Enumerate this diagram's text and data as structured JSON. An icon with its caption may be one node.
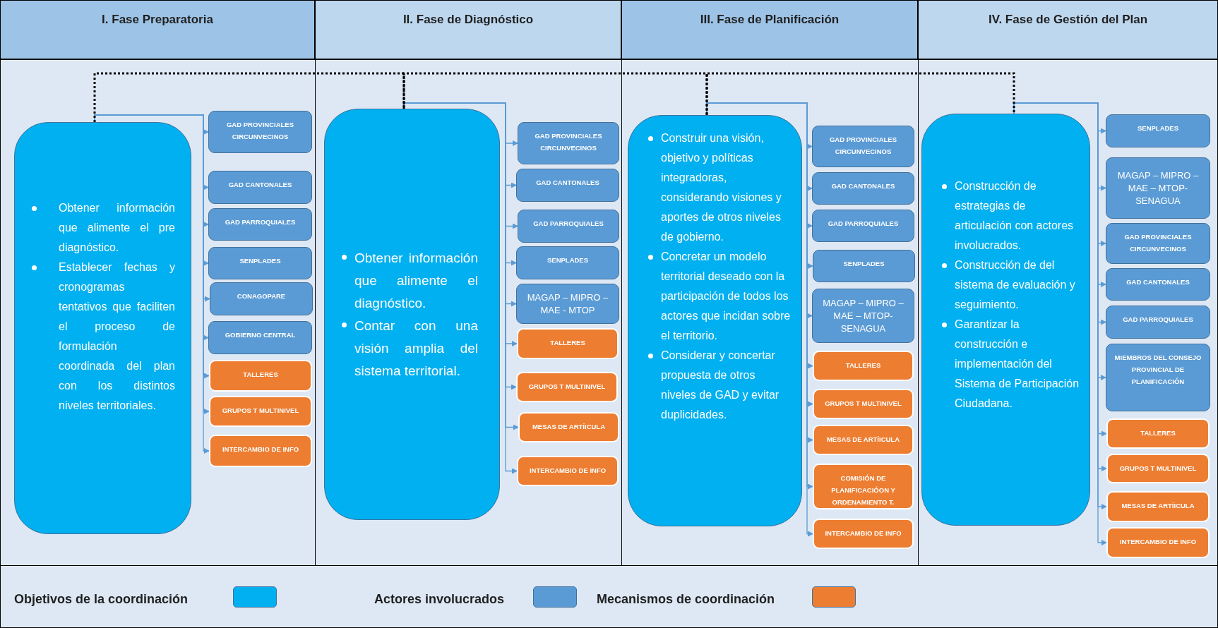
{
  "diagram": {
    "nodes": [
      {
        "text": [
          "I. Fase Preparatoria"
        ]
      },
      {
        "text": [
          "II. Fase de Diagnóstico"
        ]
      },
      {
        "text": [
          "III. Fase de Planificación"
        ]
      },
      {
        "text": [
          "IV. Fase de Gestión del Plan"
        ]
      },
      {
        "text": [
          "Obtener información que alimente el pre diagnóstico.",
          "Establecer fechas y cronogramas tentativos que faciliten el proceso de formulación coordinada del plan con los distintos niveles territoriales."
        ]
      },
      {
        "text": [
          "GAD PROVINCIALES CIRCUNVECINOS"
        ]
      },
      {
        "text": [
          "GAD CANTONALES"
        ]
      },
      {
        "text": [
          "GAD PARROQUIALES"
        ]
      },
      {
        "text": [
          "SENPLADES"
        ]
      },
      {
        "text": [
          "CONAGOPARE"
        ]
      },
      {
        "text": [
          "GOBIERNO CENTRAL"
        ]
      },
      {
        "text": [
          "TALLERES"
        ]
      },
      {
        "text": [
          "GRUPOS T MULTINIVEL"
        ]
      },
      {
        "text": [
          "INTERCAMBIO DE INFO"
        ]
      },
      {
        "text": [
          "Obtener información que alimente el diagnóstico.",
          "Contar con una visión amplia del sistema territorial."
        ]
      },
      {
        "text": [
          "GAD PROVINCIALES CIRCUNVECINOS"
        ]
      },
      {
        "text": [
          "GAD CANTONALES"
        ]
      },
      {
        "text": [
          "GAD PARROQUIALES"
        ]
      },
      {
        "text": [
          "SENPLADES"
        ]
      },
      {
        "text": [
          "MAGAP – MIPRO – MAE - MTOP"
        ]
      },
      {
        "text": [
          "TALLERES"
        ]
      },
      {
        "text": [
          "GRUPOS T MULTINIVEL"
        ]
      },
      {
        "text": [
          "MESAS DE ARTÍICULA"
        ]
      },
      {
        "text": [
          "INTERCAMBIO DE INFO"
        ]
      },
      {
        "text": [
          "Construir una visión, objetivo y políticas integradoras, considerando visiones y aportes de otros niveles de gobierno.",
          "Concretar un modelo territorial deseado con la participación de todos los actores que incidan sobre el territorio.",
          "Considerar y concertar propuesta de otros niveles de GAD y evitar duplicidades."
        ]
      },
      {
        "text": [
          "GAD PROVINCIALES CIRCUNVECINOS"
        ]
      },
      {
        "text": [
          "GAD CANTONALES"
        ]
      },
      {
        "text": [
          "GAD PARROQUIALES"
        ]
      },
      {
        "text": [
          "SENPLADES"
        ]
      },
      {
        "text": [
          "MAGAP – MIPRO – MAE – MTOP- SENAGUA"
        ]
      },
      {
        "text": [
          "TALLERES"
        ]
      },
      {
        "text": [
          "GRUPOS T MULTINIVEL"
        ]
      },
      {
        "text": [
          "MESAS DE ARTÍICULA"
        ]
      },
      {
        "text": [
          "COMISIÓN DE PLANIFICACIÓON Y ORDENAMIENTO T."
        ]
      },
      {
        "text": [
          "INTERCAMBIO DE INFO"
        ]
      },
      {
        "text": [
          "Construcción de estrategias de articulación con actores involucrados.",
          "Construcción de del sistema de evaluación y seguimiento.",
          "Garantizar la construcción e implementación del Sistema de Participación Ciudadana."
        ]
      },
      {
        "text": [
          "SENPLADES"
        ]
      },
      {
        "text": [
          "MAGAP – MIPRO – MAE – MTOP- SENAGUA"
        ]
      },
      {
        "text": [
          "GAD PROVINCIALES CIRCUNVECINOS"
        ]
      },
      {
        "text": [
          "GAD CANTONALES"
        ]
      },
      {
        "text": [
          "GAD PARROQUIALES"
        ]
      },
      {
        "text": [
          "MIEMBROS DEL CONSEJO PROVINCIAL DE PLANIFICACIÓN"
        ]
      },
      {
        "text": [
          "TALLERES"
        ]
      },
      {
        "text": [
          "GRUPOS T MULTINIVEL"
        ]
      },
      {
        "text": [
          "MESAS DE ARTÍICULA"
        ]
      },
      {
        "text": [
          "INTERCAMBIO DE INFO"
        ]
      }
    ],
    "edges": [
      {
        "from": 4,
        "to": 5,
        "arrow": "to"
      },
      {
        "from": 4,
        "to": 6,
        "arrow": "to"
      },
      {
        "from": 4,
        "to": 7,
        "arrow": "to"
      },
      {
        "from": 4,
        "to": 8,
        "arrow": "to"
      },
      {
        "from": 4,
        "to": 9,
        "arrow": "to"
      },
      {
        "from": 4,
        "to": 10,
        "arrow": "to"
      },
      {
        "from": 4,
        "to": 11,
        "arrow": "to"
      },
      {
        "from": 4,
        "to": 12,
        "arrow": "to"
      },
      {
        "from": 4,
        "to": 13,
        "arrow": "to"
      },
      {
        "from": 14,
        "to": 15,
        "arrow": "to"
      },
      {
        "from": 14,
        "to": 16,
        "arrow": "to"
      },
      {
        "from": 14,
        "to": 17,
        "arrow": "to"
      },
      {
        "from": 14,
        "to": 18,
        "arrow": "to"
      },
      {
        "from": 14,
        "to": 19,
        "arrow": "to"
      },
      {
        "from": 14,
        "to": 20,
        "arrow": "to"
      },
      {
        "from": 14,
        "to": 21,
        "arrow": "to"
      },
      {
        "from": 14,
        "to": 22,
        "arrow": "to"
      },
      {
        "from": 14,
        "to": 23,
        "arrow": "to"
      },
      {
        "from": 24,
        "to": 25,
        "arrow": "to"
      },
      {
        "from": 24,
        "to": 26,
        "arrow": "to"
      },
      {
        "from": 24,
        "to": 27,
        "arrow": "to"
      },
      {
        "from": 24,
        "to": 28,
        "arrow": "to"
      },
      {
        "from": 24,
        "to": 29,
        "arrow": "to"
      },
      {
        "from": 24,
        "to": 30,
        "arrow": "to"
      },
      {
        "from": 24,
        "to": 31,
        "arrow": "to"
      },
      {
        "from": 24,
        "to": 32,
        "arrow": "to"
      },
      {
        "from": 24,
        "to": 33,
        "arrow": "to"
      },
      {
        "from": 24,
        "to": 34,
        "arrow": "to"
      },
      {
        "from": 35,
        "to": 36,
        "arrow": "to"
      },
      {
        "from": 35,
        "to": 37,
        "arrow": "to"
      },
      {
        "from": 35,
        "to": 38,
        "arrow": "to"
      },
      {
        "from": 35,
        "to": 39,
        "arrow": "to"
      },
      {
        "from": 35,
        "to": 40,
        "arrow": "to"
      },
      {
        "from": 35,
        "to": 41,
        "arrow": "to"
      },
      {
        "from": 35,
        "to": 42,
        "arrow": "to"
      },
      {
        "from": 35,
        "to": 43,
        "arrow": "to"
      },
      {
        "from": 35,
        "to": 44,
        "arrow": "to"
      },
      {
        "from": 35,
        "to": 45,
        "arrow": "to"
      },
      {
        "from": 4,
        "to": 14,
        "arrow": "none",
        "style": "dashed",
        "color": "#000000"
      },
      {
        "from": 14,
        "to": 24,
        "arrow": "none",
        "style": "dashed",
        "color": "#000000"
      },
      {
        "from": 24,
        "to": 35,
        "arrow": "none",
        "style": "dashed",
        "color": "#000000"
      }
    ],
    "legend": [
      {
        "text": "Objetivos de la coordinación",
        "color": "#00b0f0"
      },
      {
        "text": "Actores involucrados",
        "color": "#5b9bd5"
      },
      {
        "text": "Mecanismos de coordinación",
        "color": "#ed7d31"
      }
    ]
  }
}
